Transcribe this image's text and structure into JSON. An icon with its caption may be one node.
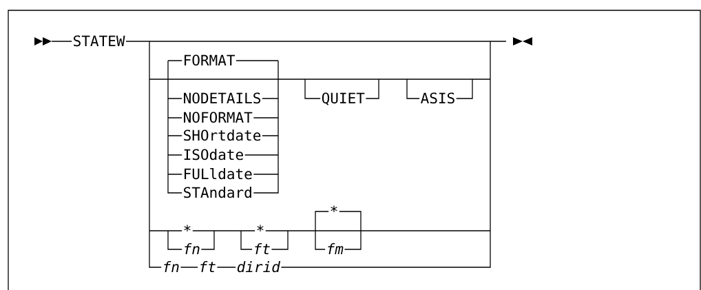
{
  "diagram": {
    "labels": [
      "STATEW",
      "FORMAT",
      "NODETAILS",
      "QUIET",
      "ASIS",
      "NOFORMAT",
      "SHOrtdate",
      "ISOdate",
      "FULldate",
      "STAndard",
      "*",
      "*",
      "*",
      "fn",
      "ft",
      "fm",
      "fn",
      "ft",
      "dirid"
    ]
  }
}
